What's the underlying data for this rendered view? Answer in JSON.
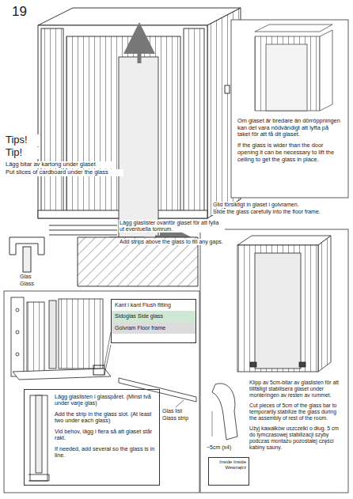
{
  "diagram": {
    "nodes": [
      {
        "text": [
          "Om glaset är bredare än dörröppningen kan det vara nödvändigt att lyfta på taket för att få dit glaset.",
          "If the glass is wider than the door opening it can be necessary to lift the ceiling to get the glass in place."
        ]
      },
      {
        "text": [
          "Kant i kant Flush fitting",
          "Sidoglas Side glass",
          "Golvram Floor frame"
        ]
      },
      {
        "text": [
          "Lägg glaslisten i glasspåret. (Minst två under varje glas)",
          "Add the strip in the glass slot. (At least two under each glass)",
          "Vid behov, lägg i flera så att glaset står rakt.",
          "If needed, add several so the glass is in line."
        ]
      },
      {
        "text": [
          "Klipp av 5cm-bitar av glaslisten för att tillfälligt stabilisera glaset under monteringen av resten av rummet.",
          "Cut pieces of 5cm of the glass bar to temporarily stabilize the glass during the assembly of rest of the room.",
          "Użyj kawałków uszczelki o dług. 5 cm do tymczasowej stabilizacji szyby podczas montażu pozostałej części kabiny sauny."
        ]
      },
      {
        "text": [
          "Inside Inside Wewnątrz"
        ],
        "in": 3
      }
    ],
    "labels": [
      "19",
      "Tips!",
      "Tip!",
      "Lägg bitar av kartong under glaset",
      "Put slices of cardboard under the glass",
      "Glid försiktigt in glaset i golvramen.",
      "Slide the glass carefully into the floor frame.",
      "Lägg glaslister ovanför glaset för att fylla ut eventuella tomrum.",
      "Add strips above the glass to fill any gaps.",
      "Glas",
      "Glass",
      "Glas list",
      "Glass strip",
      "~5cm (x4)"
    ]
  }
}
